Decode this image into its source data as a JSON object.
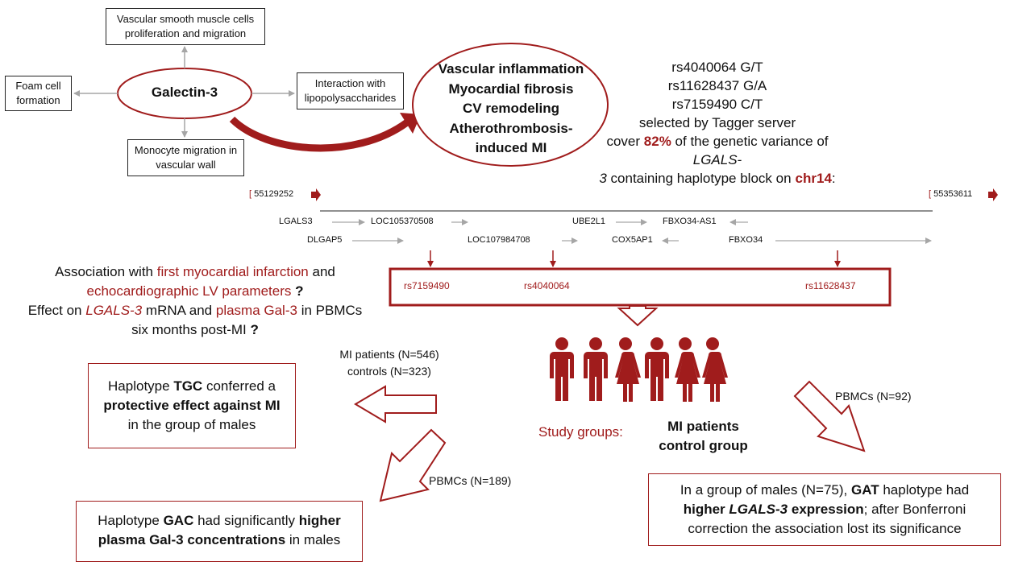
{
  "galectin": {
    "center_label": "Galectin-3",
    "effects": {
      "top": "Vascular smooth muscle cells proliferation and migration",
      "left": "Foam cell formation",
      "right": "Interaction with lipopolysaccharides",
      "bottom": "Monocyte migration in vascular wall"
    }
  },
  "outcomes": [
    "Vascular  inflammation",
    "Myocardial  fibrosis",
    "CV remodeling",
    "Atherothrombosis-",
    "induced  MI"
  ],
  "snp_info": {
    "snps": [
      "rs4040064 G/T",
      "rs11628437 G/A",
      "rs7159490 C/T"
    ],
    "selected_by": "selected by Tagger server",
    "cover_prefix": "cover",
    "percent": "82%",
    "cover_mid": "of the genetic variance of",
    "gene_a": "LGALS-",
    "gene_b": "3",
    "cover_suffix": "containing haplotype block on",
    "chrom": "chr14",
    "colon": ":"
  },
  "chromosome": {
    "start_bracket": "[",
    "start": "55129252",
    "end_bracket": "[",
    "end": "55353611",
    "genes_row1": [
      "LGALS3",
      "LOC105370508",
      "UBE2L1",
      "FBXO34-AS1"
    ],
    "genes_row2": [
      "DLGAP5",
      "LOC107984708",
      "COX5AP1",
      "FBXO34"
    ],
    "snps": [
      "rs7159490",
      "rs4040064",
      "rs11628437"
    ]
  },
  "question": {
    "l1a": "Association with",
    "l1b": "first myocardial infarction",
    "l1c": "and",
    "l2a": "echocardiographic LV parameters",
    "l2b": "?",
    "l3a": "Effect on",
    "l3b": "LGALS-3",
    "l3c": "mRNA and",
    "l3d": "plasma Gal-3",
    "l3e": "in PBMCs",
    "l4a": "six months post-MI",
    "l4b": "?"
  },
  "study": {
    "label": "Study groups:",
    "group1": "MI patients",
    "group2": "control group"
  },
  "arrows": {
    "left_l1": "MI patients (N=546)",
    "left_l2": "controls (N=323)",
    "bottom_left": "PBMCs (N=189)",
    "right": "PBMCs (N=92)"
  },
  "results": {
    "r1": {
      "a": "Haplotype",
      "b": "TGC",
      "c": "conferred a",
      "d": "protective effect against MI",
      "e": "in the group of males"
    },
    "r2": {
      "a": "Haplotype",
      "b": "GAC",
      "c": "had significantly",
      "d": "higher",
      "e": "plasma Gal-3 concentrations",
      "f": "in males"
    },
    "r3": {
      "a": "In a group of males (N=75),",
      "b": "GAT",
      "c": "haplotype had",
      "d": "higher",
      "e": "LGALS-3",
      "f": "expression",
      "g": "; after Bonferroni",
      "h": "correction the association lost its significance"
    }
  },
  "colors": {
    "accent": "#a01c1c",
    "arrow_gray": "#a6a6a6"
  }
}
